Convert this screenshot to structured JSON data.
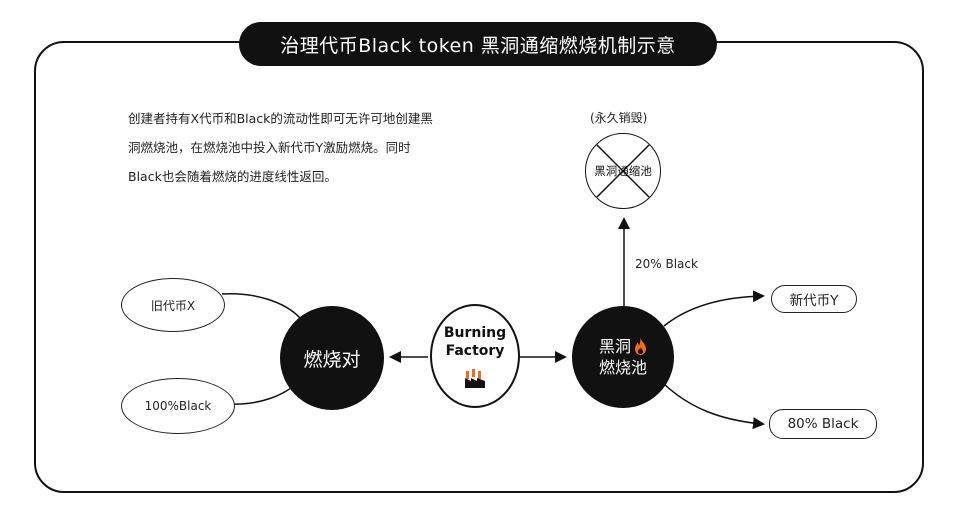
{
  "title": "治理代币Black token 黑洞通缩燃烧机制示意",
  "description": {
    "line1": "创建者持有X代币和Black的流动性即可无许可地创建黑",
    "line2": "洞燃烧池，在燃烧池中投入新代币Y激励燃烧。同时",
    "line3": "Black也会随着燃烧的进度线性返回。"
  },
  "inputs": {
    "old_token": "旧代币X",
    "black_amount": "100%Black"
  },
  "burn_pair": "燃烧对",
  "factory": {
    "line1": "Burning",
    "line2": "Factory",
    "icon": "factory-icon"
  },
  "blackhole_pool": {
    "line1": "黑洞",
    "line2": "燃烧池",
    "icon": "fire-icon"
  },
  "destroy": {
    "caption": "(永久销毁)",
    "label": "黑洞通缩池",
    "icon": "cross-icon"
  },
  "flows": {
    "to_destroy": "20% Black",
    "new_token_out": "新代币Y",
    "black_out": "80% Black"
  },
  "colors": {
    "dark": "#111111",
    "fire": "#f26a1b"
  }
}
